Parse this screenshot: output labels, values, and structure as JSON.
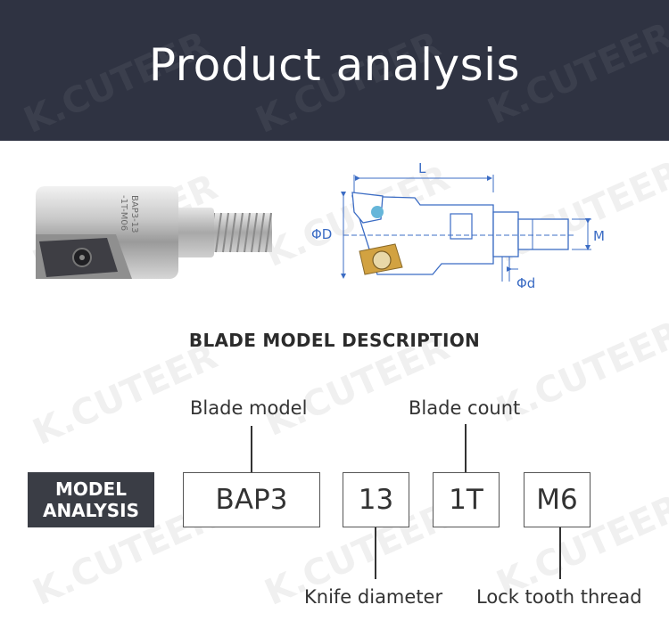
{
  "header": {
    "title": "Product analysis"
  },
  "watermark": {
    "text": "K.CUTEER"
  },
  "product": {
    "shank_marking": [
      "BAP3-13",
      "-1T-M06"
    ]
  },
  "diagram": {
    "label_L": "L",
    "label_D": "ΦD",
    "label_M": "M",
    "label_d": "Φd"
  },
  "section": {
    "title": "BLADE MODEL DESCRIPTION"
  },
  "model": {
    "tag_line1": "MODEL",
    "tag_line2": "ANALYSIS",
    "boxes": [
      "BAP3",
      "13",
      "1T",
      "M6"
    ],
    "labels": {
      "blade_model": "Blade model",
      "blade_count": "Blade count",
      "knife_diameter": "Knife diameter",
      "lock_tooth_thread": "Lock tooth thread"
    }
  },
  "colors": {
    "header_bg": "#2f3342",
    "diagram_blue": "#3b6cc4",
    "insert_gold": "#d2a241",
    "tag_bg": "#3a3d45"
  }
}
